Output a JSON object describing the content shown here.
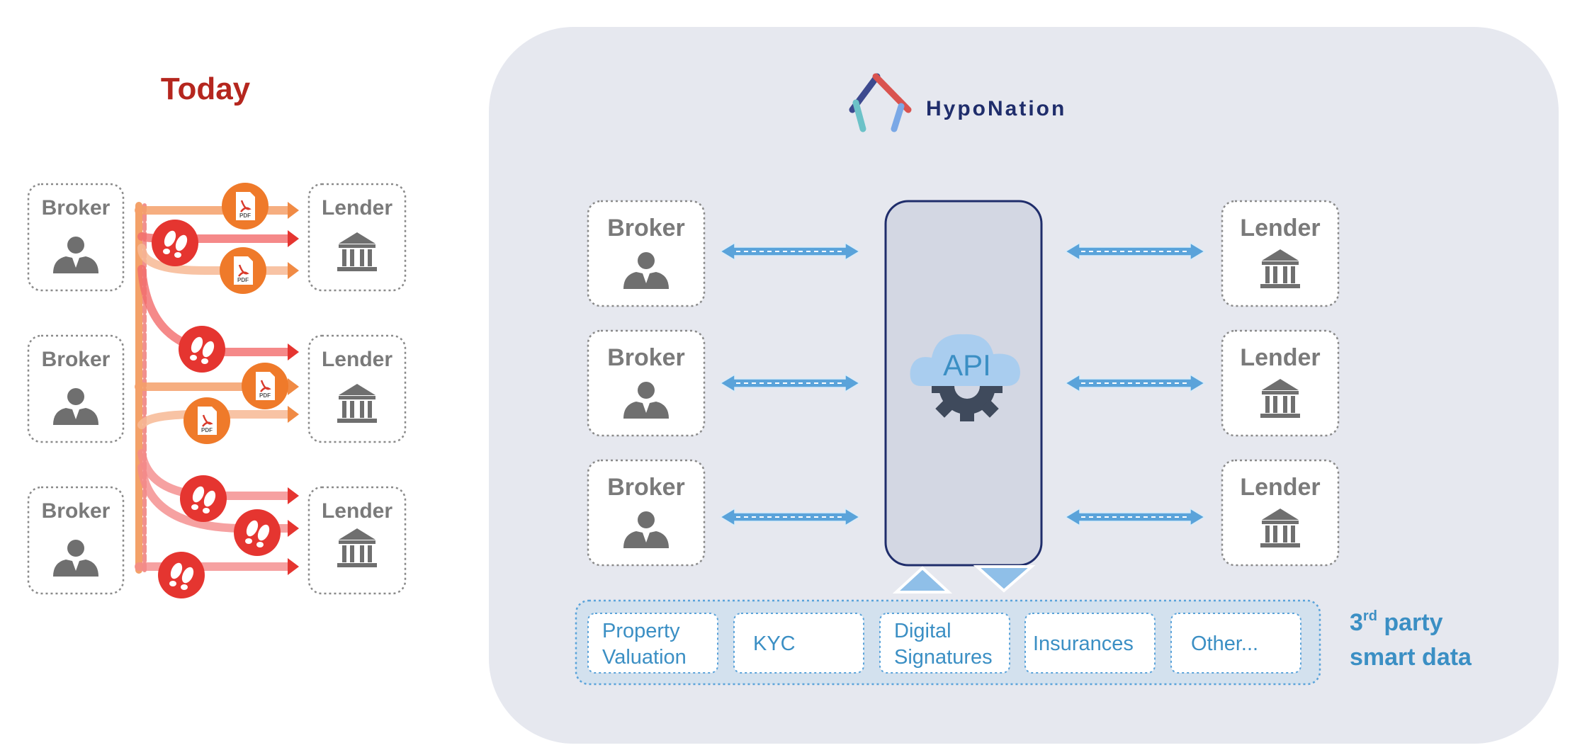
{
  "today": {
    "title": "Today",
    "brokers": [
      "Broker",
      "Broker",
      "Broker"
    ],
    "lenders": [
      "Lender",
      "Lender",
      "Lender"
    ],
    "pdf_label": "PDF"
  },
  "hyponation": {
    "brand": "HypoNation",
    "api_label": "API",
    "brokers": [
      "Broker",
      "Broker",
      "Broker"
    ],
    "lenders": [
      "Lender",
      "Lender",
      "Lender"
    ],
    "services": [
      {
        "line1": "Property",
        "line2": "Valuation"
      },
      {
        "line1": "KYC",
        "line2": ""
      },
      {
        "line1": "Digital",
        "line2": "Signatures"
      },
      {
        "line1": "Insurances",
        "line2": ""
      },
      {
        "line1": "Other...",
        "line2": ""
      }
    ],
    "third_party": {
      "prefix": "3",
      "sup": "rd",
      "line1_rest": " party",
      "line2": "smart data"
    }
  },
  "colors": {
    "today_title": "#b5261e",
    "panel_bg": "#e6e8ef",
    "api_box": "#d3d7e3",
    "api_border": "#1f2d6b",
    "arrow_blue": "#5aa3da",
    "service_text": "#3b8fc4",
    "red_step": "#e53530",
    "orange_pdf": "#ef7a2a"
  },
  "icons": [
    "person-icon",
    "bank-icon",
    "pdf-icon",
    "footsteps-icon",
    "api-cloud-icon",
    "gear-icon",
    "hyponation-logo"
  ]
}
